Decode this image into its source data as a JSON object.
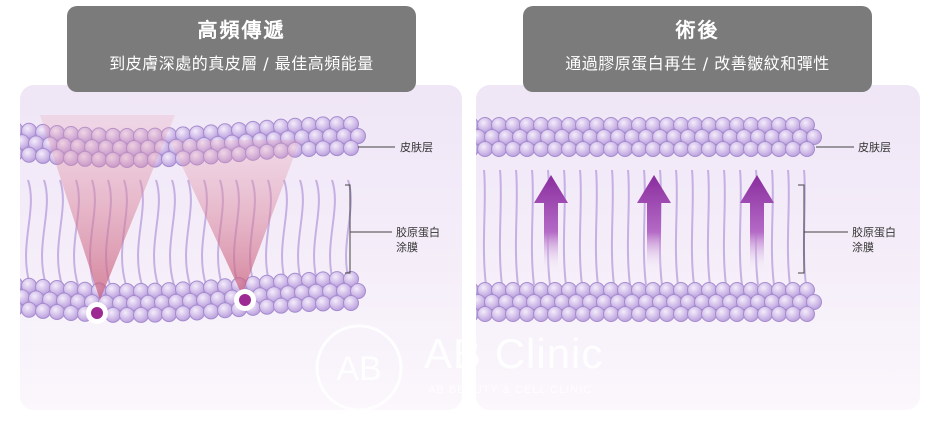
{
  "left": {
    "title": "高頻傳遞",
    "subtitle": "到皮膚深處的真皮層 / 最佳高頻能量"
  },
  "right": {
    "title": "術後",
    "subtitle": "通過膠原蛋白再生 / 改善皺紋和彈性"
  },
  "labels": {
    "skin_layer": "皮肤层",
    "collagen_line1": "胶原蛋白",
    "collagen_line2": "涂膜"
  },
  "watermark": {
    "logo_text": "AB",
    "name": "AB Clinic",
    "tagline": "AB BEAUTY & CELL CLINIC"
  },
  "colors": {
    "caption_bg": "#7b7b7b",
    "cell": "#c9b3e6",
    "arrow": "#8a2d9e",
    "dot": "#9c2a92"
  }
}
